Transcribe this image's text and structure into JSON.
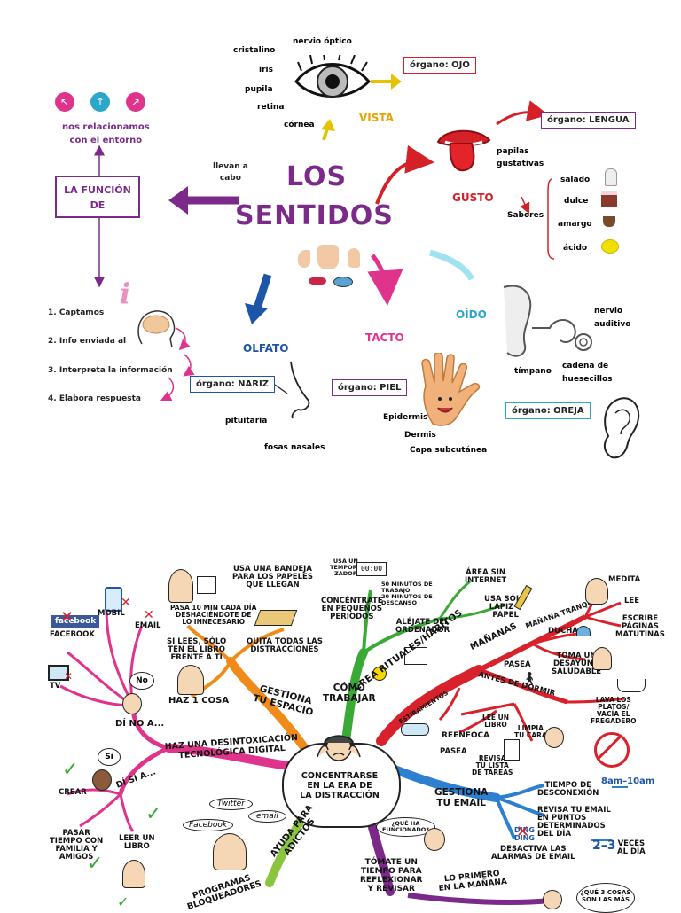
{
  "map1": {
    "title_line1": "LOS",
    "title_line2": "SENTIDOS",
    "relate": "nos relacionamos\ncon el entorno",
    "funcion_box": "LA FUNCIÓN\nDE",
    "llevan": "llevan a\ncabo",
    "steps": [
      "1. Captamos",
      "2. Info enviada al",
      "3. Interpreta la información",
      "4. Elabora respuesta"
    ],
    "vista": {
      "label": "VISTA",
      "parts": [
        "cristalino",
        "nervio óptico",
        "iris",
        "pupila",
        "retina",
        "córnea"
      ],
      "organ": "órgano: OJO"
    },
    "gusto": {
      "label": "GUSTO",
      "organ": "órgano: LENGUA",
      "papilas": "papilas\ngustativas",
      "sabores": "Sabores",
      "flavors": [
        "salado",
        "dulce",
        "amargo",
        "ácido"
      ]
    },
    "olfato": {
      "label": "OLFATO",
      "organ": "órgano: NARIZ",
      "parts": [
        "pituitaria",
        "fosas nasales"
      ]
    },
    "tacto": {
      "label": "TACTO",
      "organ": "órgano: PIEL",
      "parts": [
        "Epidermis",
        "Dermis",
        "Capa subcutánea"
      ]
    },
    "oido": {
      "label": "OÍDO",
      "organ": "órgano: OREJA",
      "parts": [
        "nervio\nauditivo",
        "tímpano",
        "cadena de\nhuesecillos"
      ]
    },
    "colors": {
      "purple": "#7b2a8a",
      "red": "#d62028",
      "blue": "#1d55a8",
      "pink": "#e0338c",
      "cyan": "#2aa7c9"
    }
  },
  "map2": {
    "center": "CONCENTRARSE\nEN LA ERA DE\nLA DISTRACCIÓN",
    "facebook_logo": "facebook",
    "di_no": "DÍ NO A...",
    "di_no_items": [
      "MOBIL",
      "EMAIL",
      "FACEBOOK",
      "TV"
    ],
    "no_bubble": "No",
    "si_bubble": "Sí",
    "di_si": "DÍ SÍ A...",
    "di_si_items": [
      "CREAR",
      "PASAR\nTIEMPO CON\nFAMILIA Y\nAMIGOS",
      "LEER UN\nLIBRO"
    ],
    "desintox": "HAZ UNA DESINTOXICACIÓN\nTECNOLÓGICA DIGITAL",
    "gestiona_espacio": "GESTIONA\nTU ESPACIO",
    "espacio_items": [
      "PASA 10 MIN CADA DÍA\nDESHACIÉNDOTE DE\nLO INNECESARIO",
      "USA UNA BANDEJA\nPARA LOS PAPELES\nQUE LLEGAN",
      "SI LEES, SÓLO\nTEN EL LIBRO\nFRENTE A TI",
      "QUITA TODAS LAS\nDISTRACCIONES",
      "HAZ 1 COSA"
    ],
    "como_trabajar": "CÓMO\nTRABAJAR",
    "trabajar_items": [
      "USA UN\nTEMPORI-\nZADOR",
      "50 MINUTOS DE\nTRABAJO\n20 MINUTOS DE\nDESCANSO",
      "CONCÉNTRATE\nEN PEQUEÑOS\nPERIODOS",
      "ÁREA SIN\nINTERNET",
      "USA SÓLO\nLÁPIZ Y\nPAPEL",
      "ALÉJATE DEL\nORDENADOR"
    ],
    "timer_display": "00:00",
    "rituales": "CREA RITUALES/HÁBITOS",
    "mananas": "MAÑANAS",
    "manana_tranquila": "MAÑANA TRANQUILA",
    "manana_items": [
      "MEDITA",
      "LEE",
      "ESCRIBE\nPÁGINAS\nMATUTINAS",
      "DUCHA",
      "TOMA UN\nDESAYUNO\nSALUDABLE",
      "PASEA"
    ],
    "antes_dormir": "ANTES DE DORMIR",
    "dormir_items": [
      "LAVA LOS\nPLATOS/\nVACÍA EL\nFREGADERO",
      "REENFOCA",
      "LEE UN\nLIBRO",
      "LIMPIA\nTU CARA",
      "PASEA",
      "REVISA\nTU LISTA\nDE TAREAS"
    ],
    "estiramientos": "ESTIRAMIENTOS",
    "gestiona_email": "GESTIONA\nTU EMAIL",
    "email_items": [
      "TIEMPO DE\nDESCONEXIÓN",
      "REVISA TU EMAIL\nEN PUNTOS\nDETERMINADOS\nDEL DÍA",
      "DESACTIVA LAS\nALARMAS DE EMAIL"
    ],
    "time_range": "8am–10am",
    "veces": "2–3",
    "veces_suffix": "VECES\nAL DÍA",
    "ding": "DING\nDING",
    "ayuda_adictos": "AYUDA PARA\nADICTOS",
    "social_bubbles": [
      "Twitter",
      "email",
      "Facebook"
    ],
    "programas": "PROGRAMAS\nBLOQUEADORES",
    "reflexionar": "TÓMATE UN\nTIEMPO PARA\nREFLEXIONAR\nY REVISAR",
    "funcionado": "¿QUÉ HA\nFUNCIONADO?",
    "primero": "LO PRIMERO\nEN LA MAÑANA",
    "tres_cosas": "¿QUÉ 3 COSAS\nSON LAS MÁS"
  }
}
